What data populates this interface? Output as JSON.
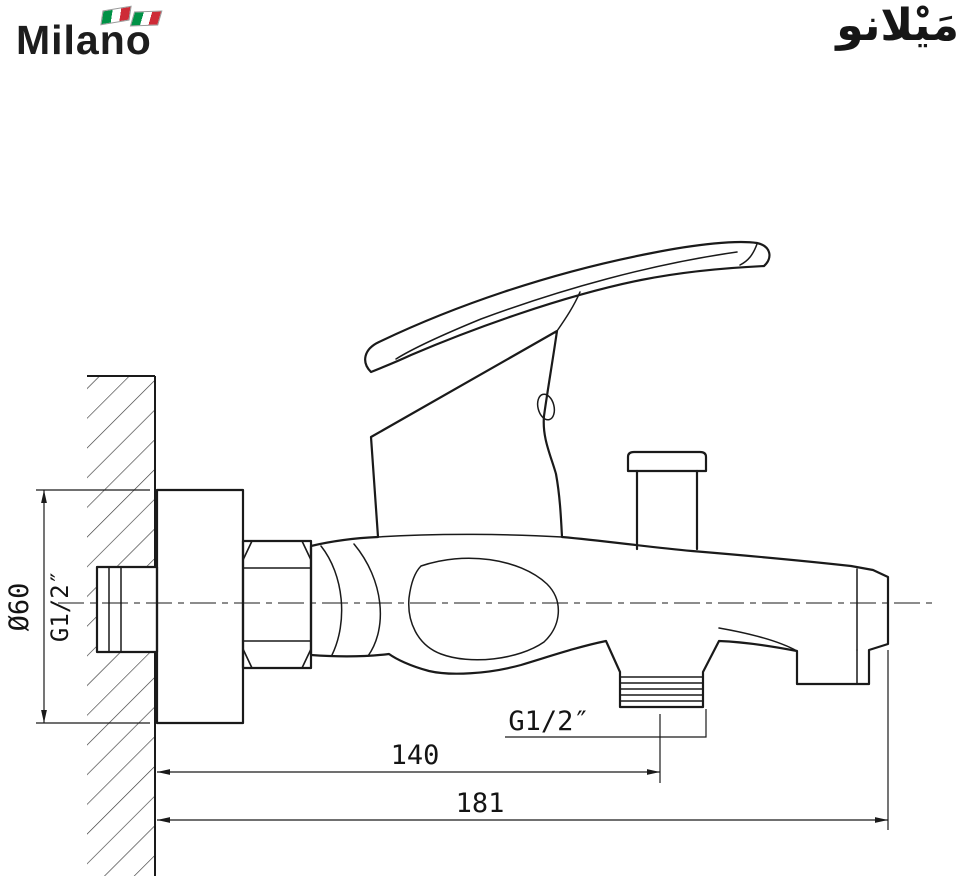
{
  "branding": {
    "logo_text": "Milano",
    "logo_arabic": "مَيْلانو",
    "flag_colors": {
      "green": "#009246",
      "white": "#ffffff",
      "red": "#ce2b37"
    }
  },
  "drawing": {
    "line_color": "#1a1a1a",
    "labels": {
      "diameter": "Ø60",
      "thread_left": "G1/2″",
      "thread_bottom": "G1/2″",
      "dim_140": "140",
      "dim_181": "181"
    }
  }
}
